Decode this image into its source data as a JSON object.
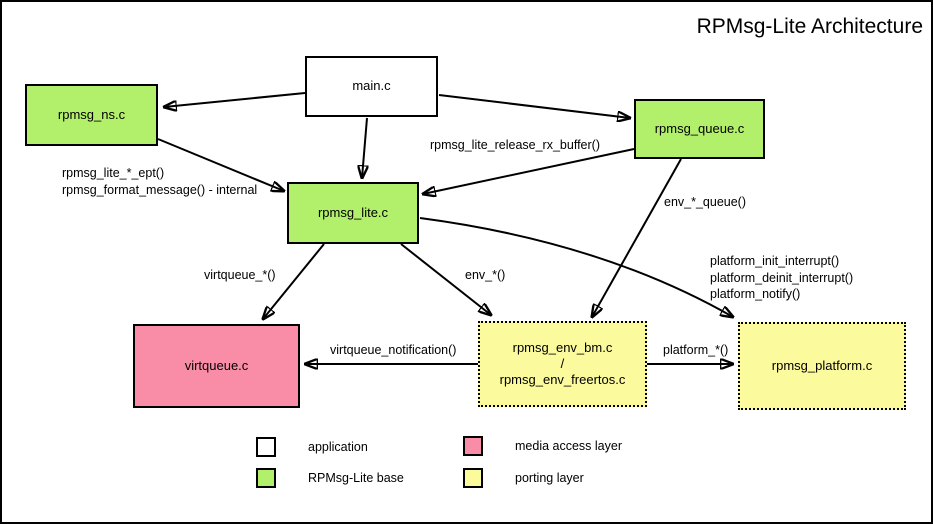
{
  "title": "RPMsg-Lite Architecture",
  "colors": {
    "app": "#ffffff",
    "base": "#b2ef6b",
    "media": "#f98ca6",
    "porting": "#fbfa9d",
    "line": "#000000"
  },
  "nodes": {
    "main": {
      "label": "main.c"
    },
    "rpmsg_ns": {
      "label": "rpmsg_ns.c"
    },
    "rpmsg_queue": {
      "label": "rpmsg_queue.c"
    },
    "rpmsg_lite": {
      "label": "rpmsg_lite.c"
    },
    "virtqueue": {
      "label": "virtqueue.c"
    },
    "rpmsg_env": {
      "label": "rpmsg_env_bm.c\n/\nrpmsg_env_freertos.c"
    },
    "rpmsg_platform": {
      "label": "rpmsg_platform.c"
    }
  },
  "edge_labels": {
    "ept_internal": "rpmsg_lite_*_ept()\nrpmsg_format_message() - internal",
    "release_rx_buffer": "rpmsg_lite_release_rx_buffer()",
    "env_queue": "env_*_queue()",
    "platform_interrupts": "platform_init_interrupt()\nplatform_deinit_interrupt()\nplatform_notify()",
    "virtqueue_star": "virtqueue_*()",
    "env_star": "env_*()",
    "virtqueue_notification": "virtqueue_notification()",
    "platform_star": "platform_*()"
  },
  "legend": {
    "items": [
      {
        "label": "application"
      },
      {
        "label": "RPMsg-Lite base"
      },
      {
        "label": "media access layer"
      },
      {
        "label": "porting layer"
      }
    ]
  }
}
